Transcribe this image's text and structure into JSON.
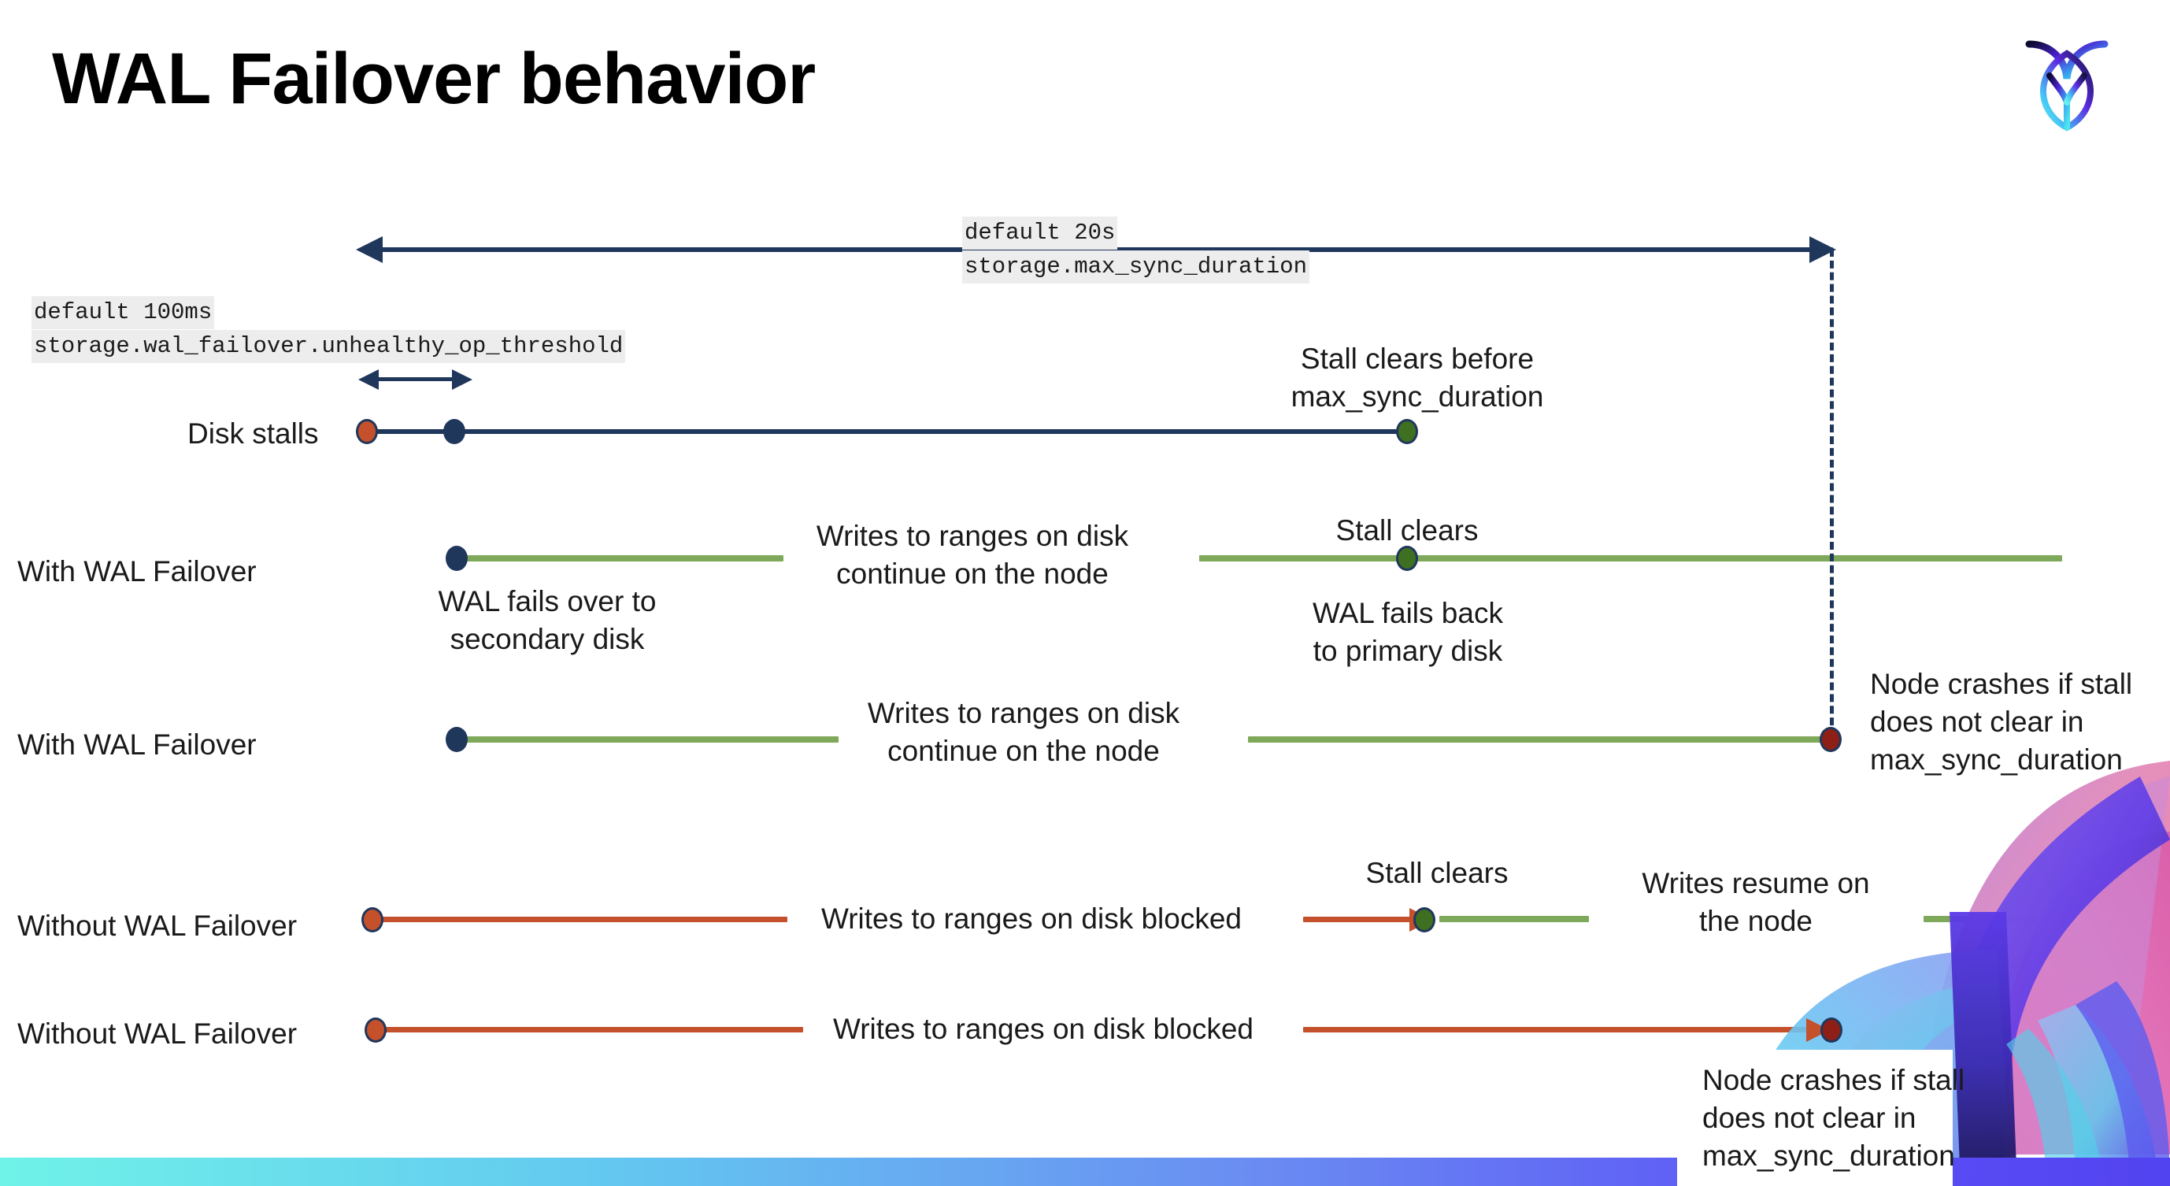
{
  "slide": {
    "title": "WAL Failover behavior",
    "logo_icon": "cockroach-labs-logo"
  },
  "settings": {
    "max_sync": {
      "default_label": "default 20s",
      "setting_name": "storage.max_sync_duration"
    },
    "unhealthy_op": {
      "default_label": "default 100ms",
      "setting_name": "storage.wal_failover.unhealthy_op_threshold"
    }
  },
  "rows": [
    {
      "label": "Disk stalls",
      "annotations": [
        "Stall clears before",
        "max_sync_duration"
      ]
    },
    {
      "label": "With WAL Failover",
      "annotations": [
        "Writes to ranges on disk",
        "continue on the node",
        "WAL fails over to",
        "secondary disk",
        "Stall clears",
        "WAL fails  back",
        "to primary disk"
      ]
    },
    {
      "label": "With WAL Failover",
      "annotations": [
        "Writes to ranges on disk",
        "continue on the node",
        "Node crashes if stall",
        "does not clear in",
        "max_sync_duration"
      ]
    },
    {
      "label": "Without WAL Failover",
      "annotations": [
        "Writes to ranges on disk  blocked",
        "Stall clears",
        "Writes resume on",
        "the node"
      ]
    },
    {
      "label": "Without WAL Failover",
      "annotations": [
        "Writes to ranges on disk  blocked",
        "Node crashes if stall",
        "does not clear in",
        "max_sync_duration"
      ]
    }
  ],
  "annotations": {
    "stall_clears_before_l1": "Stall clears before",
    "stall_clears_before_l2": "max_sync_duration",
    "writes_continue_l1": "Writes to ranges on disk",
    "writes_continue_l2": "continue on the node",
    "wal_fails_over_l1": "WAL fails over to",
    "wal_fails_over_l2": "secondary disk",
    "stall_clears": "Stall clears",
    "wal_fails_back_l1": "WAL fails  back",
    "wal_fails_back_l2": "to primary disk",
    "node_crashes_l1": "Node crashes if stall",
    "node_crashes_l2": "does not clear in",
    "node_crashes_l3": "max_sync_duration",
    "writes_blocked": "Writes to ranges on disk  blocked",
    "stall_clears_2": "Stall clears",
    "writes_resume_l1": "Writes resume on",
    "writes_resume_l2": "the node",
    "node_crashes2_l1": "Node crashes if stall",
    "node_crashes2_l2": "does not clear in",
    "node_crashes2_l3": "max_sync_duration"
  },
  "colors": {
    "navy": "#20375c",
    "green_line": "#7fa95a",
    "green_dot": "#3f7021",
    "red_line": "#c4502c",
    "red_dot": "#c4502c",
    "dark_red_dot": "#8e1f17",
    "code_chip_bg": "#ededed",
    "text": "#1a1a1a"
  }
}
